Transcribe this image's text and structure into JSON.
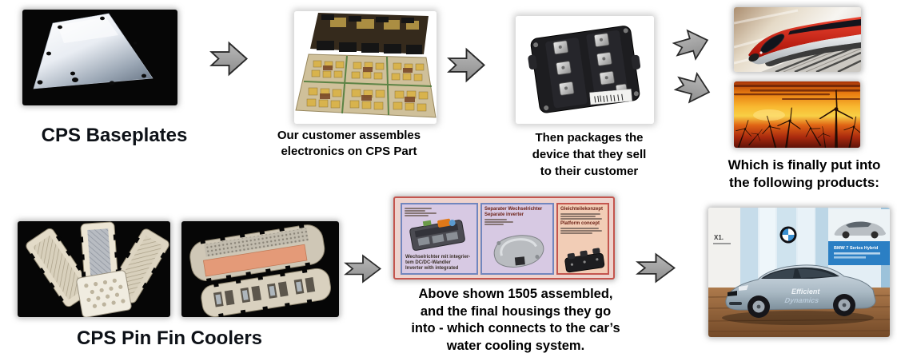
{
  "slide": {
    "flow1": {
      "label": "CPS Baseplates",
      "caption_assemble": [
        "Our customer assembles",
        "electronics on CPS Part"
      ],
      "caption_package": [
        "Then packages the",
        "device that they sell",
        "to their customer"
      ],
      "caption_products": [
        "Which is finally put into",
        "the following products:"
      ]
    },
    "flow2": {
      "label": "CPS Pin Fin Coolers",
      "caption_assembled": [
        "Above shown 1505 assembled,",
        "and the final housings they go",
        "into - which connects to the car’s",
        "water cooling system."
      ]
    },
    "brochure": {
      "panel1_caption": [
        "Wechselrichter mit integrier-",
        "tem DC/DC-Wandler",
        "Inverter with integrated"
      ],
      "panel2_heading": [
        "Separater Wechselrichter",
        "Separate inverter"
      ],
      "panel3_heading1": "Gleichteilekonzept",
      "panel3_heading2": "Platform concept"
    },
    "car_scene": {
      "wall_label": "X1.",
      "board_label": "BMW 7 Series Hybrid",
      "car_decal_line1": "Efficient",
      "car_decal_line2": "Dynamics"
    },
    "colors": {
      "arrow_fill_top": "#b6b6b6",
      "arrow_fill_bottom": "#8e8e8e",
      "arrow_outline": "#2b2b2b",
      "label_text": "#0d1117",
      "caption_text": "#000000",
      "baseplate_label_color": "#0d1117"
    }
  }
}
